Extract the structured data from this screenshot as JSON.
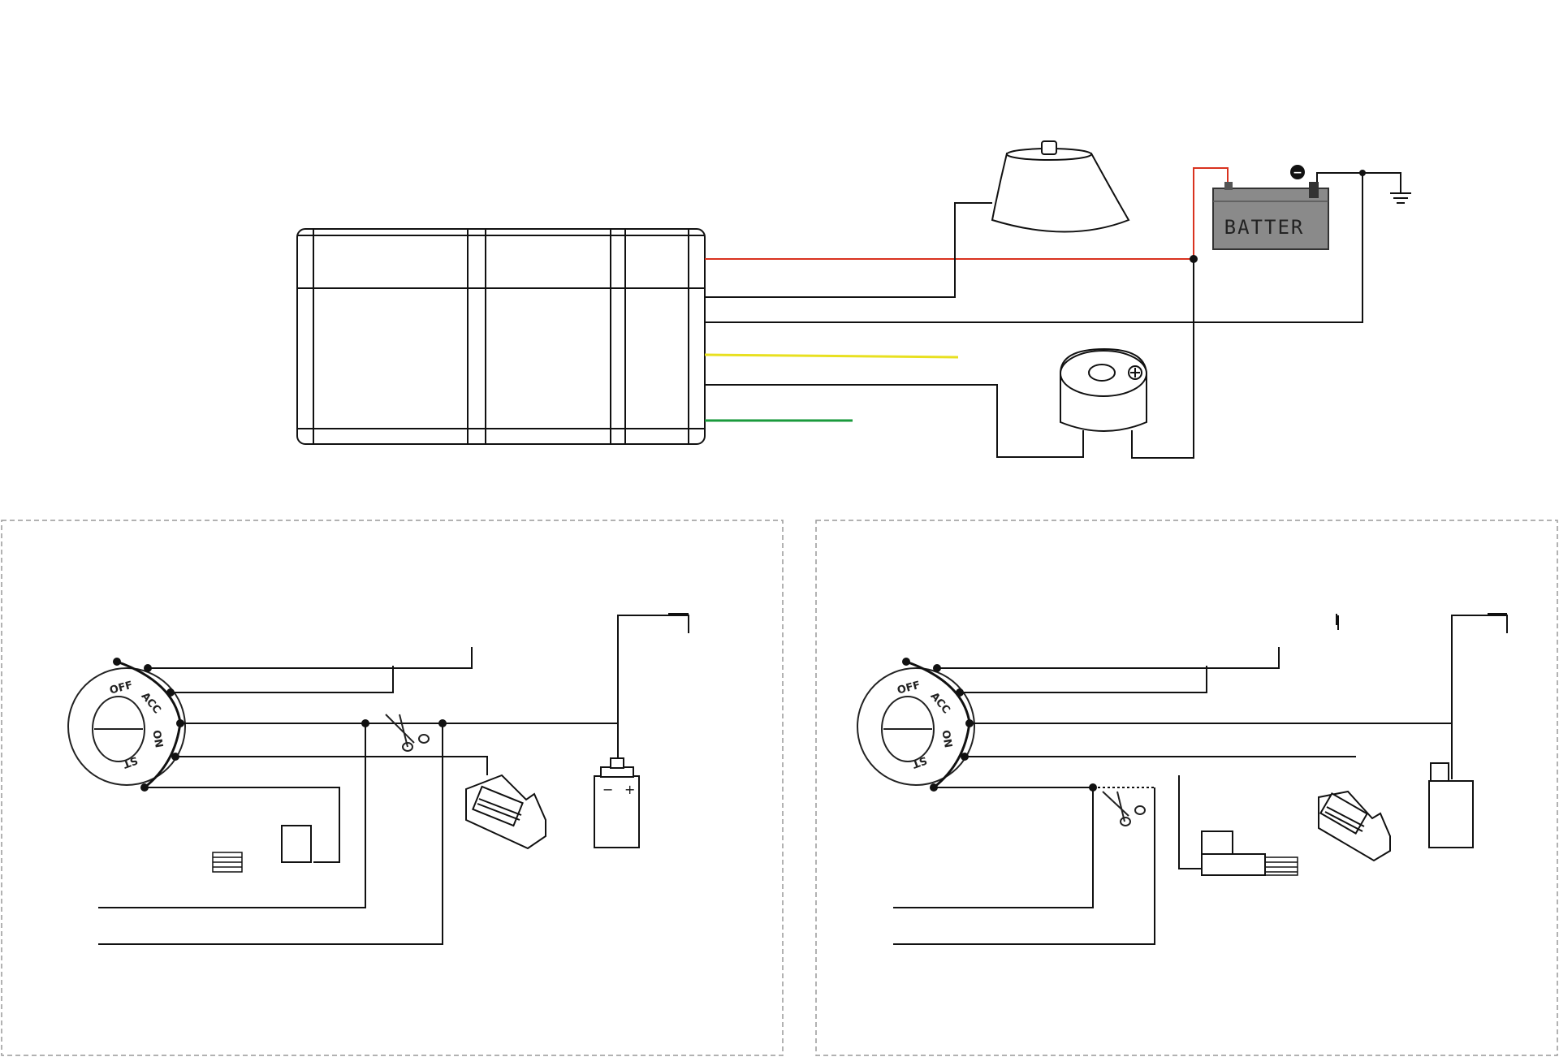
{
  "top_diagram": {
    "battery": {
      "label": "BATTER",
      "negative_symbol": "−",
      "color_body": "#8a8a8a"
    },
    "wire_colors": {
      "red": "#d9321f",
      "yellow": "#e8e020",
      "green": "#1a9a3c",
      "black": "#111111"
    },
    "icons": [
      "control-module-icon",
      "siren-icon",
      "battery-icon",
      "ground-icon",
      "buzzer-icon"
    ]
  },
  "panel_left": {
    "ignition_positions": [
      "OFF",
      "ACC",
      "ON",
      "ST"
    ],
    "coil_terminals": {
      "minus": "−",
      "plus": "+"
    },
    "icons": [
      "ignition-switch-icon",
      "cut-scissors-icon",
      "starter-motor-icon",
      "ignition-coil-icon",
      "relay-icon",
      "connector-icon"
    ]
  },
  "panel_right": {
    "ignition_positions": [
      "OFF",
      "ACC",
      "ON",
      "ST"
    ],
    "icons": [
      "ignition-switch-icon",
      "cut-scissors-icon",
      "starter-motor-icon",
      "ignition-coil-icon",
      "relay-icon",
      "connector-icon"
    ]
  }
}
